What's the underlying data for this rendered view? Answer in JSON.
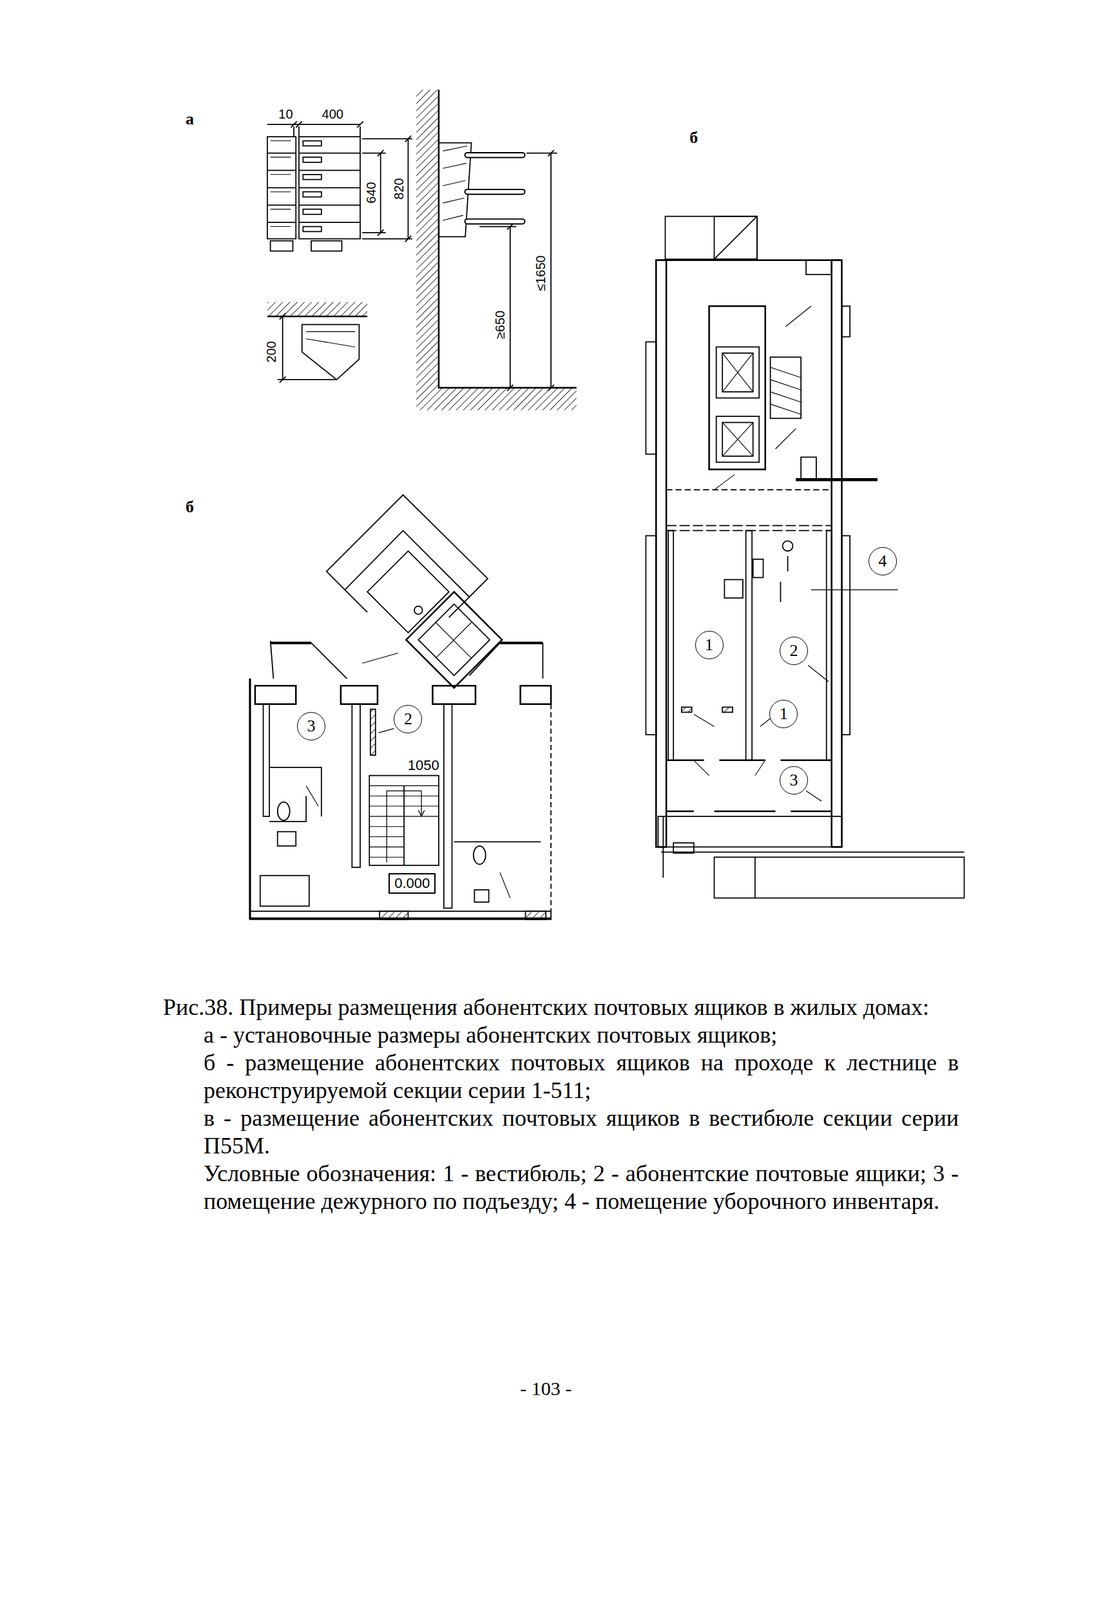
{
  "diagram": {
    "caption": "Рис.38. Примеры размещения абонентских почтовых ящиков в жилых домах:",
    "nodes": [
      {
        "text": [
          "3"
        ]
      },
      {
        "text": [
          "2"
        ]
      },
      {
        "text": [
          "0.000"
        ]
      },
      {
        "text": [
          "4"
        ]
      },
      {
        "text": [
          "1"
        ]
      },
      {
        "text": [
          "2"
        ]
      },
      {
        "text": [
          "1"
        ]
      },
      {
        "text": [
          "3"
        ]
      }
    ],
    "labels": [
      "а",
      "10",
      "400",
      "640",
      "820",
      "б",
      "200",
      "≥650",
      "≤1650",
      "б",
      "1050",
      "а - установочные размеры абонентских почтовых ящиков;",
      "б - размещение абонентских почтовых ящиков на проходе к лестнице в реконструируемой секции серии 1-511;",
      "в - размещение абонентских почтовых ящиков в вестибюле секции серии П55М.",
      "Условные обозначения: 1 - вестибюль; 2 - абонентские почтовые ящики; 3 - помещение дежурного по подъезду; 4 - помещение уборочного инвентаря.",
      "- 103 -"
    ]
  }
}
